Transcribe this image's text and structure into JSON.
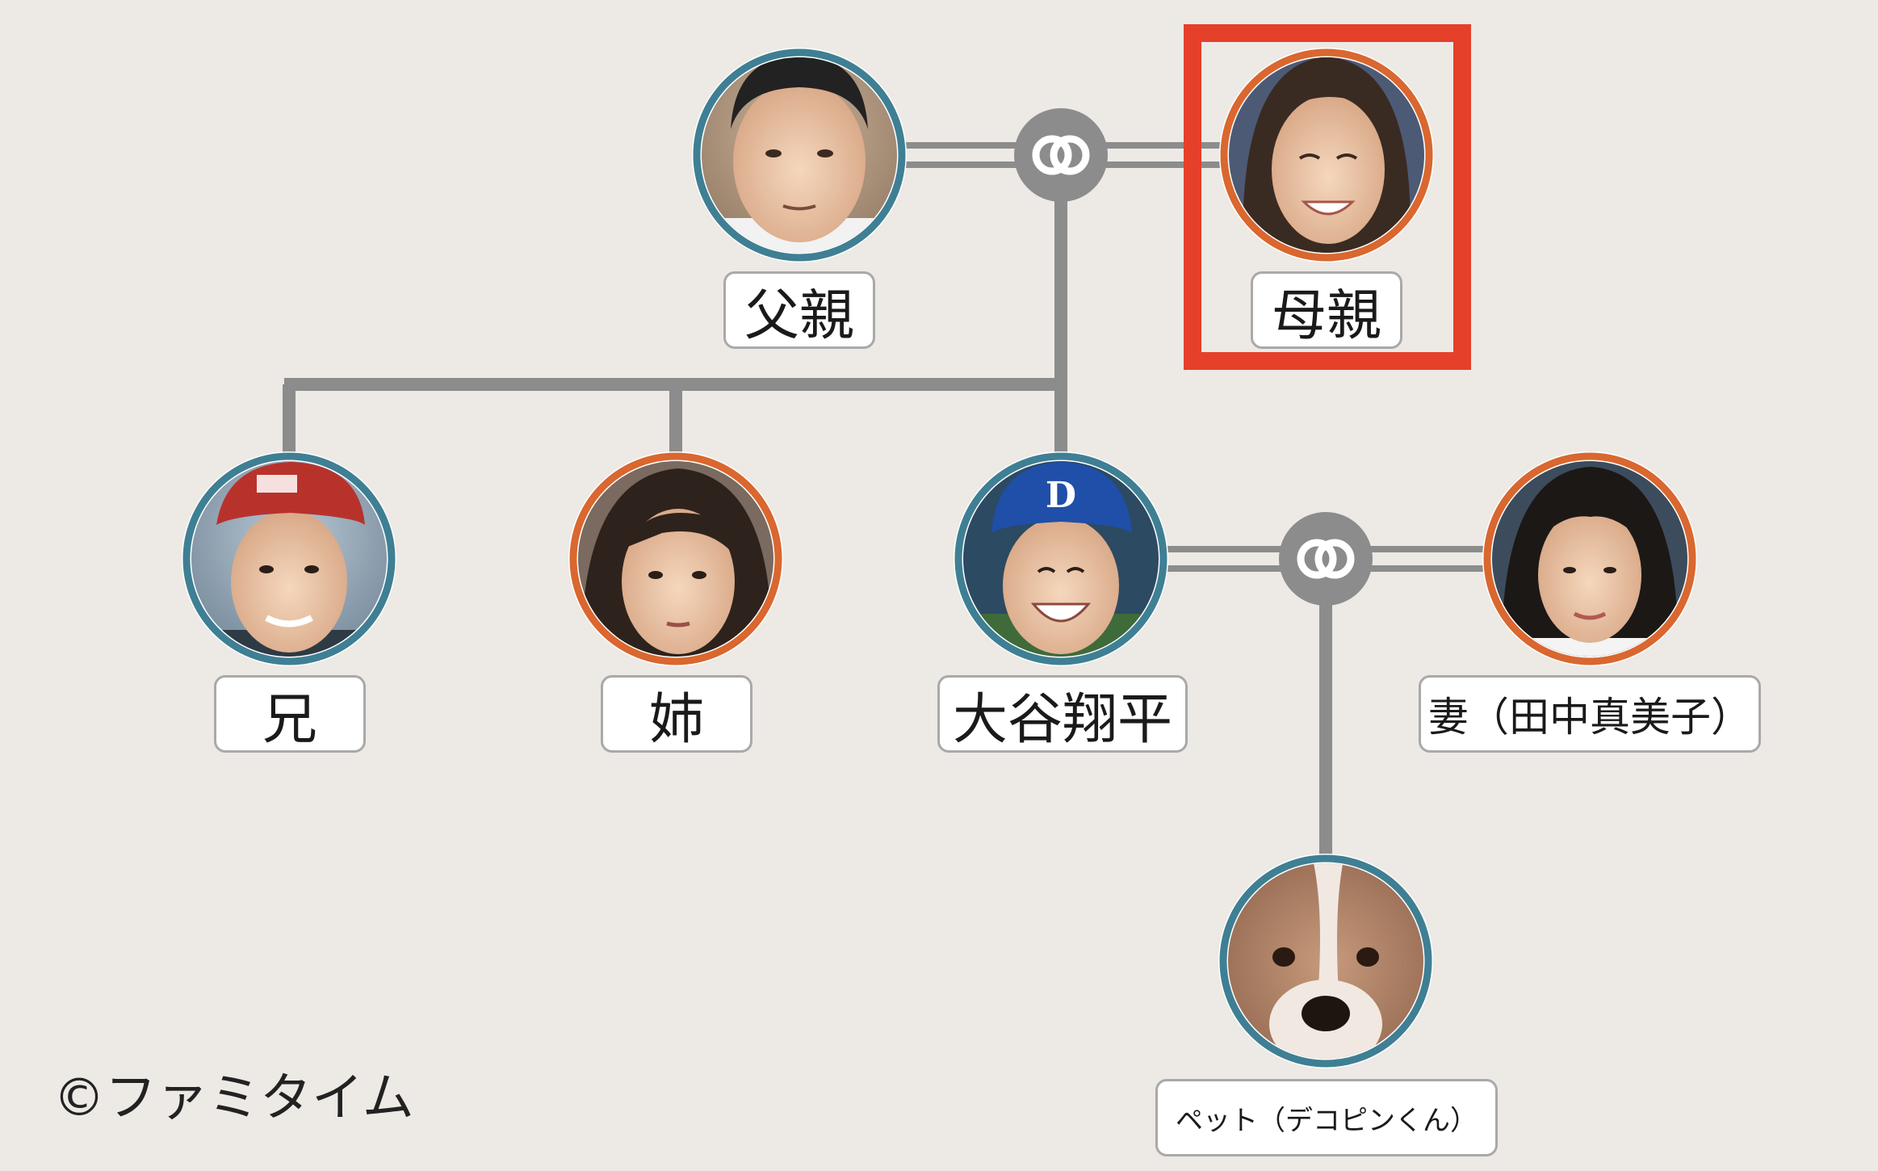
{
  "colors": {
    "background": "#ede9e5",
    "line": "#8c8c8c",
    "male_ring": "#3f7f94",
    "female_ring": "#d9672f",
    "highlight": "#e5402a"
  },
  "members": {
    "father": {
      "label": "父親",
      "ring": "male"
    },
    "mother": {
      "label": "母親",
      "ring": "female"
    },
    "brother": {
      "label": "兄",
      "ring": "male"
    },
    "sister": {
      "label": "姉",
      "ring": "female"
    },
    "shohei": {
      "label": "大谷翔平",
      "ring": "male"
    },
    "wife": {
      "label": "妻（田中真美子）",
      "ring": "female"
    },
    "pet": {
      "label": "ペット（デコピンくん）",
      "ring": "male"
    }
  },
  "marriage_icon": "marriage-rings-icon",
  "highlighted_member": "mother",
  "copyright": "©ファミタイム"
}
